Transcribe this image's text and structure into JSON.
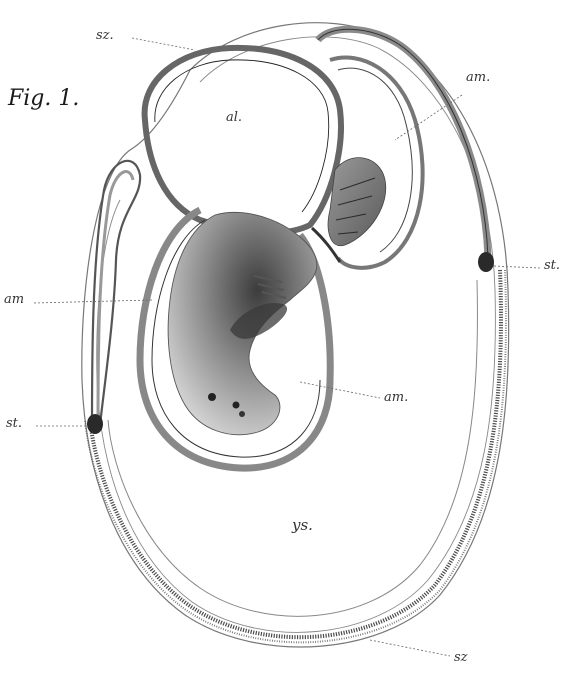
{
  "figure": {
    "title": "Fig. 1.",
    "labels": {
      "sz_top": "sz.",
      "al": "al.",
      "am_top_right": "am.",
      "st_right": "st.",
      "am_left": "am",
      "am_mid": "am.",
      "st_left": "st.",
      "ys": "ys.",
      "sz_bottom": "sz"
    },
    "colors": {
      "ink": "#333333",
      "membrane_fill": "#a8a8a8",
      "serrated_edge": "#4a4a4a",
      "embryo_shade": "#6a6a6a",
      "background": "#ffffff"
    }
  }
}
